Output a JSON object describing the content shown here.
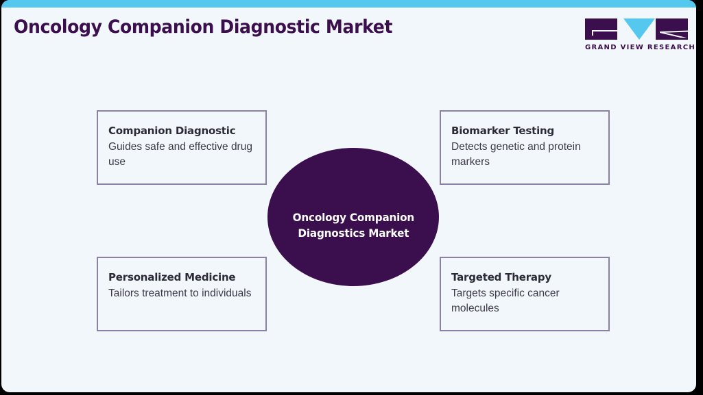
{
  "card": {
    "accent_bar_color": "#55C8F0",
    "background_color": "#F2F7FB"
  },
  "header": {
    "title": "Oncology Companion Diagnostic Market",
    "title_color": "#3B0E4E"
  },
  "logo": {
    "wordmark": "GRAND VIEW RESEARCH",
    "letters": [
      "G",
      "V",
      "R"
    ],
    "mark_color": "#3B0E4E",
    "accent_color": "#55C8F0"
  },
  "center": {
    "label": "Oncology Companion\nDiagnostics Market",
    "fill_color": "#3B0E4E",
    "text_color": "#FFFFFF"
  },
  "boxes": [
    {
      "id": "companion-diagnostic",
      "title": "Companion Diagnostic",
      "description": "Guides safe and effective drug use"
    },
    {
      "id": "biomarker-testing",
      "title": "Biomarker Testing",
      "description": "Detects genetic and protein markers"
    },
    {
      "id": "personalized-medicine",
      "title": "Personalized Medicine",
      "description": "Tailors treatment to individuals"
    },
    {
      "id": "targeted-therapy",
      "title": "Targeted Therapy",
      "description": "Targets specific cancer molecules"
    }
  ],
  "box_border_color": "#8B80A8"
}
